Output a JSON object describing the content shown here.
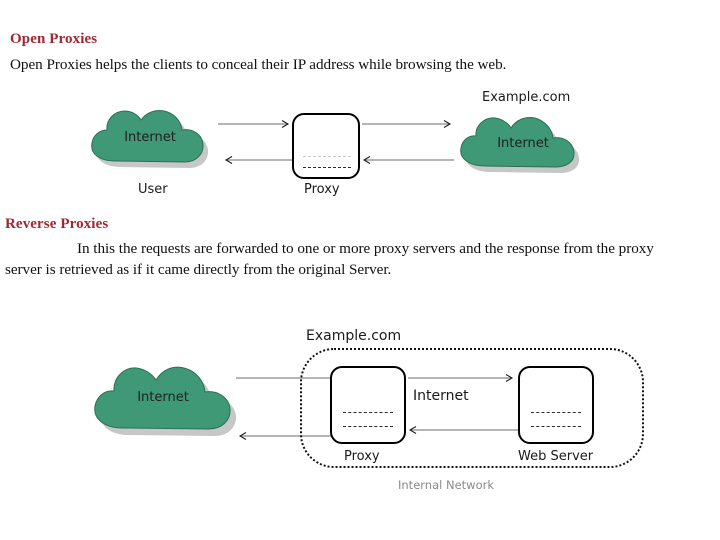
{
  "page": {
    "background": "#ffffff",
    "heading_color": "#9e2832",
    "cloud_color": "#3f9977",
    "body_color": "#111111"
  },
  "sections": [
    {
      "heading": "Open Proxies",
      "paragraph": "Open Proxies helps the clients to conceal their IP address while browsing the web."
    },
    {
      "heading": "Reverse Proxies",
      "paragraph": "In this the requests are forwarded to one or more proxy servers and the response from the proxy server is retrieved as if it came directly from the original Server."
    }
  ],
  "diagram_open_proxy": {
    "left_cloud_text": "Internet",
    "left_cloud_label": "User",
    "proxy_box_label": "Proxy",
    "right_cloud_text": "Internet",
    "right_cloud_label": "Example.com",
    "arrows": [
      {
        "name": "user-to-proxy",
        "direction": "right"
      },
      {
        "name": "proxy-to-user",
        "direction": "left"
      },
      {
        "name": "proxy-to-example",
        "direction": "right"
      },
      {
        "name": "example-to-proxy",
        "direction": "left"
      }
    ]
  },
  "diagram_reverse_proxy": {
    "left_cloud_text": "Internet",
    "zone_label": "Example.com",
    "proxy_box_label": "Proxy",
    "web_server_box_label": "Web Server",
    "link_label": "Internet",
    "network_label": "Internal Network",
    "arrows": [
      {
        "name": "internet-to-proxy",
        "direction": "right"
      },
      {
        "name": "proxy-to-internet",
        "direction": "left"
      },
      {
        "name": "proxy-to-webserver",
        "direction": "right"
      },
      {
        "name": "webserver-to-proxy",
        "direction": "left"
      }
    ]
  }
}
